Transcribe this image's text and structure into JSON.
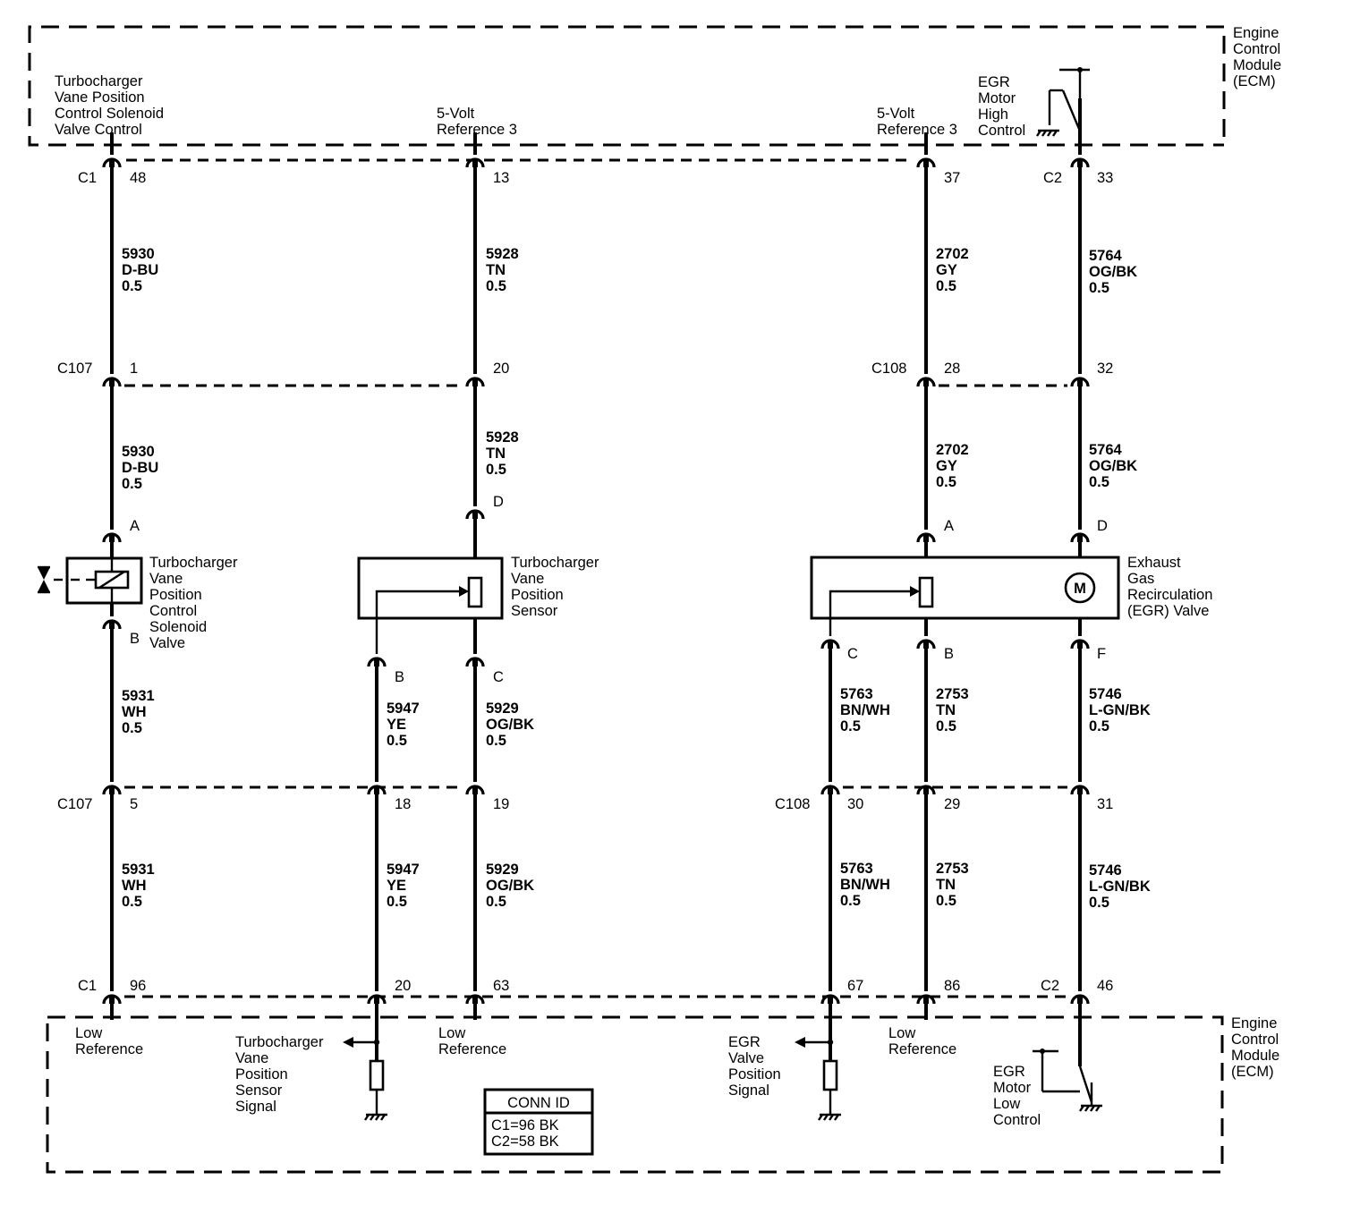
{
  "ecm": {
    "title": [
      "Engine",
      "Control",
      "Module",
      "(ECM)"
    ]
  },
  "top_labels": {
    "turbo_control": [
      "Turbocharger",
      "Vane Position",
      "Control Solenoid",
      "Valve Control"
    ],
    "vref_a": [
      "5-Volt",
      "Reference 3"
    ],
    "vref_b": [
      "5-Volt",
      "Reference 3"
    ],
    "egr_high": [
      "EGR",
      "Motor",
      "High",
      "Control"
    ]
  },
  "bottom_labels": {
    "low_ref": [
      "Low",
      "Reference"
    ],
    "turbo_signal": [
      "Turbocharger",
      "Vane",
      "Position",
      "Sensor",
      "Signal"
    ],
    "egr_signal": [
      "EGR",
      "Valve",
      "Position",
      "Signal"
    ],
    "egr_low": [
      "EGR",
      "Motor",
      "Low",
      "Control"
    ]
  },
  "connectors": {
    "c1": "C1",
    "c2": "C2",
    "c107": "C107",
    "c108": "C108"
  },
  "pins": {
    "top": [
      "48",
      "13",
      "37",
      "33"
    ],
    "mid_upper": [
      "1",
      "20",
      "28",
      "32"
    ],
    "mid_lower": [
      "5",
      "18",
      "19",
      "30",
      "29",
      "31"
    ],
    "bottom": [
      "96",
      "20",
      "63",
      "67",
      "86",
      "46"
    ]
  },
  "wires": {
    "w5930": [
      "5930",
      "D-BU",
      "0.5"
    ],
    "w5928": [
      "5928",
      "TN",
      "0.5"
    ],
    "w2702": [
      "2702",
      "GY",
      "0.5"
    ],
    "w5764": [
      "5764",
      "OG/BK",
      "0.5"
    ],
    "w5931": [
      "5931",
      "WH",
      "0.5"
    ],
    "w5947": [
      "5947",
      "YE",
      "0.5"
    ],
    "w5929": [
      "5929",
      "OG/BK",
      "0.5"
    ],
    "w5763": [
      "5763",
      "BN/WH",
      "0.5"
    ],
    "w2753": [
      "2753",
      "TN",
      "0.5"
    ],
    "w5746": [
      "5746",
      "L-GN/BK",
      "0.5"
    ]
  },
  "component_pins": {
    "solenoid": [
      "A",
      "B"
    ],
    "sensor": [
      "D",
      "B",
      "C"
    ],
    "egr_valve": [
      "A",
      "D",
      "C",
      "B",
      "F"
    ]
  },
  "components": {
    "solenoid": [
      "Turbocharger",
      "Vane",
      "Position",
      "Control",
      "Solenoid",
      "Valve"
    ],
    "sensor": [
      "Turbocharger",
      "Vane",
      "Position",
      "Sensor"
    ],
    "egr_valve": [
      "Exhaust",
      "Gas",
      "Recirculation",
      "(EGR) Valve"
    ],
    "motor_symbol": "M"
  },
  "conn_id": {
    "title": "CONN ID",
    "rows": [
      "C1=96 BK",
      "C2=58 BK"
    ]
  }
}
